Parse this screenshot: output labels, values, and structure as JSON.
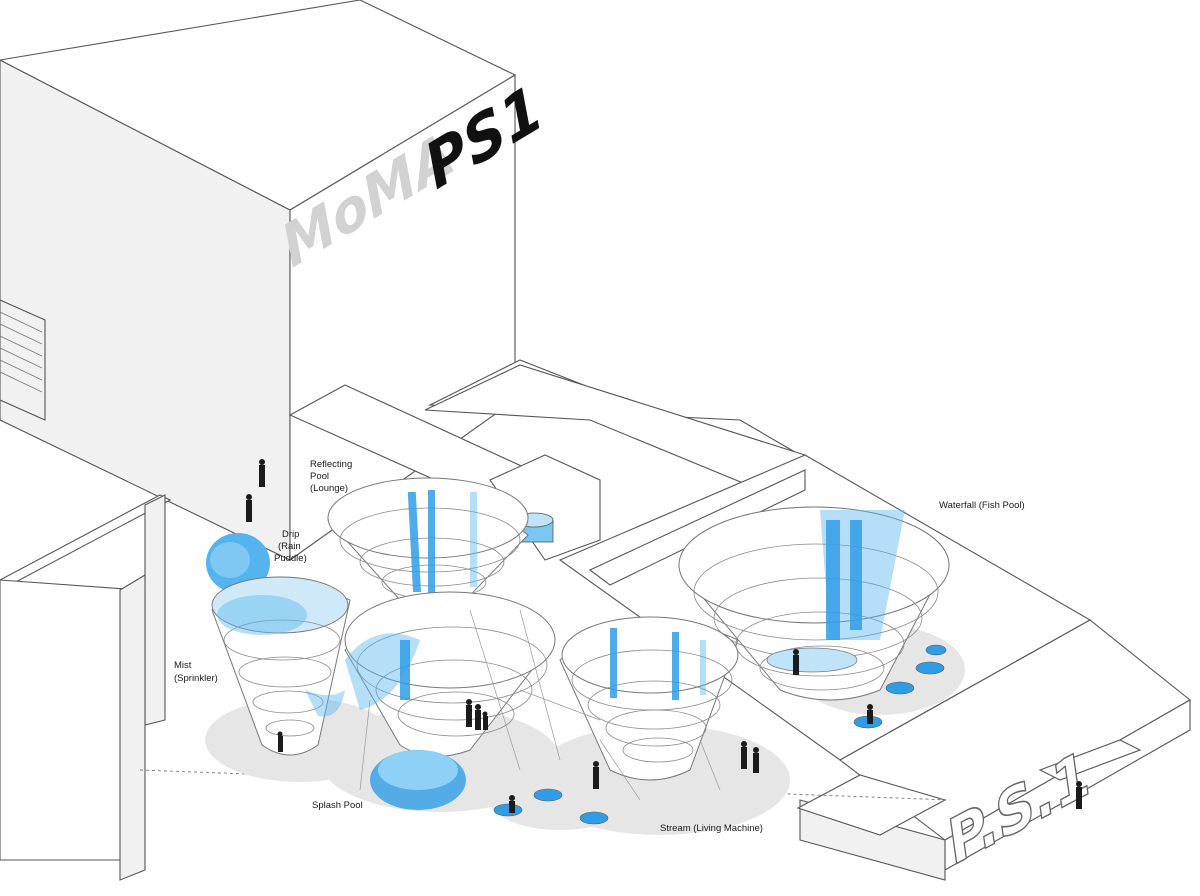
{
  "building": {
    "logo_moma": "MoMA",
    "logo_ps1": "PS1",
    "side_logo": "P.S.1"
  },
  "labels": {
    "reflecting_pool": [
      "Reflecting",
      "Pool",
      "(Lounge)"
    ],
    "drip": [
      "Drip",
      "(Rain",
      "Puddle)"
    ],
    "mist": [
      "Mist",
      "(Sprinkler)"
    ],
    "splash_pool": "Splash Pool",
    "stream": "Stream (Living Machine)",
    "waterfall": "Waterfall (Fish Pool)"
  },
  "colors": {
    "water": "#2f9de6",
    "water_light": "#5cb8f0",
    "ground": "#e6e6e6",
    "line": "#555555"
  }
}
